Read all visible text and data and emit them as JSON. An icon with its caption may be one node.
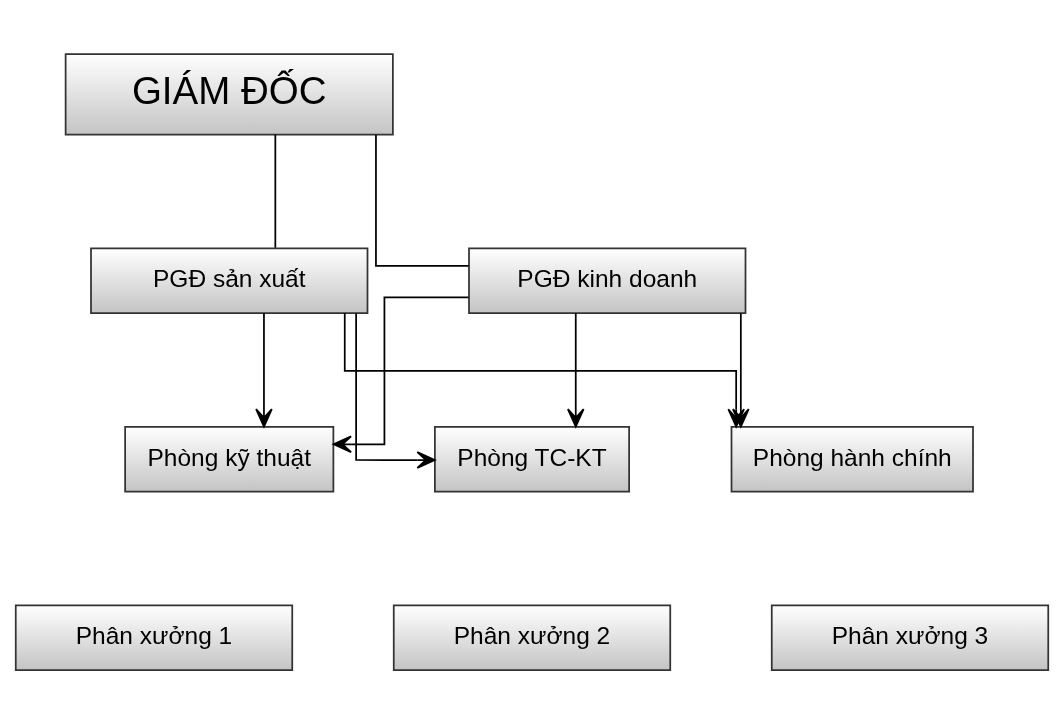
{
  "diagram": {
    "nodes": [
      {
        "text": [
          "GIÁM ĐỐC"
        ]
      },
      {
        "text": [
          "PGĐ sản xuất"
        ]
      },
      {
        "text": [
          "PGĐ kinh doanh"
        ]
      },
      {
        "text": [
          "Phòng kỹ thuật"
        ]
      },
      {
        "text": [
          "Phòng TC-KT"
        ]
      },
      {
        "text": [
          "Phòng hành chính"
        ]
      },
      {
        "text": [
          "Phân xưởng 1"
        ]
      },
      {
        "text": [
          "Phân xưởng 2"
        ]
      },
      {
        "text": [
          "Phân xưởng 3"
        ]
      }
    ],
    "edges": [
      {
        "from": 0,
        "to": 1,
        "arrow": "none"
      },
      {
        "from": 0,
        "to": 2,
        "arrow": "none"
      },
      {
        "from": 1,
        "to": 3,
        "arrow": "to"
      },
      {
        "from": 1,
        "to": 4,
        "arrow": "to"
      },
      {
        "from": 1,
        "to": 5,
        "arrow": "to"
      },
      {
        "from": 2,
        "to": 3,
        "arrow": "to"
      },
      {
        "from": 2,
        "to": 4,
        "arrow": "to"
      },
      {
        "from": 2,
        "to": 5,
        "arrow": "to"
      }
    ]
  }
}
